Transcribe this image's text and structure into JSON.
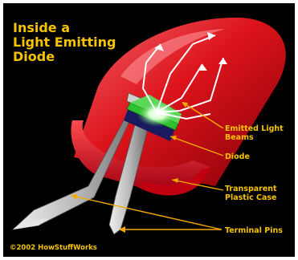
{
  "title_lines": [
    "Inside a",
    "Light Emitting",
    "Diode"
  ],
  "labels": {
    "emitted_light_line1": "Emitted Light",
    "emitted_light_line2": "Beams",
    "diode": "Diode",
    "case_line1": "Transparent",
    "case_line2": "Plastic Case",
    "pins": "Terminal Pins"
  },
  "credit": "©2002 HowStuffWorks",
  "colors": {
    "background": "#000000",
    "text": "#f5c400",
    "leader_lines": "#f5a800",
    "case": "#e8141c",
    "chip": "#2fbf2f",
    "pins": "#c8c8c8"
  }
}
